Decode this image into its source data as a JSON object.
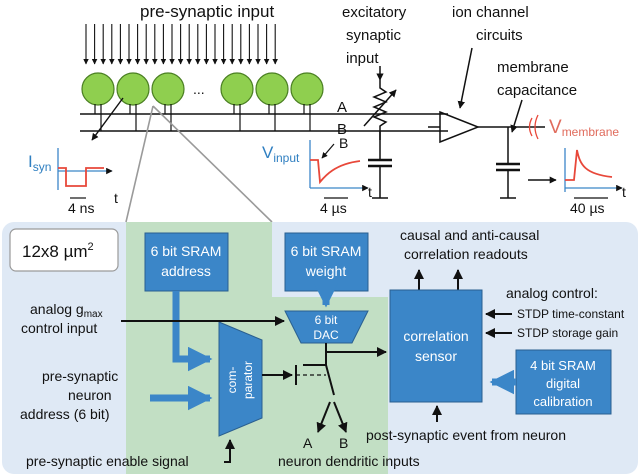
{
  "top": {
    "presynaptic_input": "pre-synaptic input",
    "ellipsis": "...",
    "excitatory_line1": "excitatory",
    "excitatory_line2": "synaptic",
    "excitatory_line3": "input",
    "ion_channel_line1": "ion channel",
    "ion_channel_line2": "circuits",
    "membrane_cap_line1": "membrane",
    "membrane_cap_line2": "capacitance",
    "node_a": "A",
    "node_b": "B",
    "i_syn_main": "I",
    "i_syn_sub": "syn",
    "v_input_main": "V",
    "v_input_sub": "input",
    "v_membrane_main": "V",
    "v_membrane_sub": "membrane",
    "t_label": "t",
    "time_4ns": "4 ns",
    "time_4us": "4 µs",
    "time_40us": "40 µs",
    "b_marker": "B"
  },
  "bottom": {
    "size_main": "12x8 µm",
    "size_sup": "2",
    "sram_address_line1": "6 bit SRAM",
    "sram_address_line2": "address",
    "sram_weight_line1": "6 bit SRAM",
    "sram_weight_line2": "weight",
    "dac_line1": "6 bit",
    "dac_line2": "DAC",
    "comparator_line1": "com-",
    "comparator_line2": "parator",
    "analog_g_main": "analog g",
    "analog_g_sub": "max",
    "analog_g_line2": "control input",
    "presyn_addr_line1": "pre-synaptic",
    "presyn_addr_line2": "neuron",
    "presyn_addr_line3": "address (6 bit)",
    "presyn_enable": "pre-synaptic enable signal",
    "dendritic": "neuron dendritic inputs",
    "out_a": "A",
    "out_b": "B",
    "causal_line1": "causal and anti-causal",
    "causal_line2": "correlation readouts",
    "analog_control": "analog control:",
    "stdp_time": "STDP time-constant",
    "stdp_gain": "STDP storage gain",
    "corr_line1": "correlation",
    "corr_line2": "sensor",
    "calib_line1": "4 bit SRAM",
    "calib_line2": "digital",
    "calib_line3": "calibration",
    "post_event": "post-synaptic event from neuron"
  },
  "colors": {
    "neuron_green": "#8fcf4f",
    "block_blue": "#3b86c8",
    "panel_blue": "#dfe9f5",
    "synapse_green": "#c2dfc4",
    "trace_red": "#e8483a",
    "label_blue": "#2f7fc1",
    "label_red": "#e06b5c"
  }
}
